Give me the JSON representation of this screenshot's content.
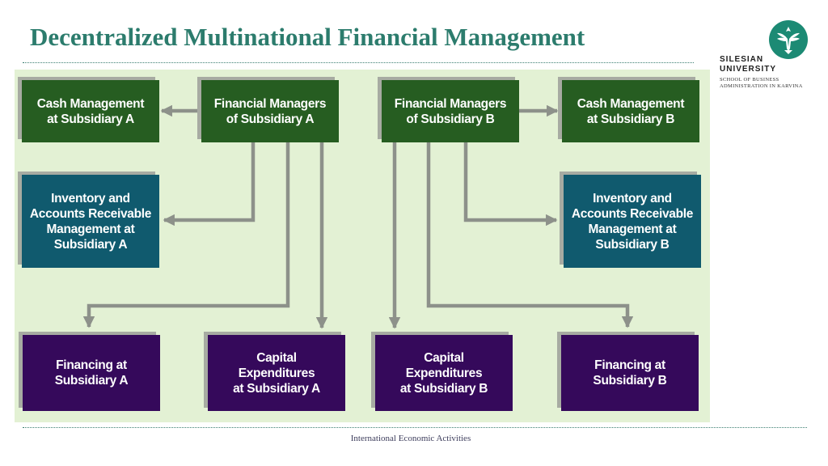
{
  "slide": {
    "title": "Decentralized Multinational Financial Management",
    "footer": "International Economic Activities"
  },
  "logo": {
    "line1": "SILESIAN",
    "line2": "UNIVERSITY",
    "school1": "SCHOOL OF BUSINESS",
    "school2": "ADMINISTRATION IN KARVINA",
    "color": "#1c8a74"
  },
  "diagram": {
    "boxes": {
      "cash_a": "Cash Management\nat Subsidiary A",
      "fm_a": "Financial Managers\nof Subsidiary A",
      "fm_b": "Financial Managers\nof Subsidiary B",
      "cash_b": "Cash Management\nat Subsidiary B",
      "inv_a": "Inventory and\nAccounts Receivable\nManagement at\nSubsidiary A",
      "inv_b": "Inventory and\nAccounts Receivable\nManagement at\nSubsidiary B",
      "fin_a": "Financing at\nSubsidiary A",
      "capex_a": "Capital\nExpenditures\nat Subsidiary A",
      "capex_b": "Capital\nExpenditures\nat Subsidiary B",
      "fin_b": "Financing at\nSubsidiary B"
    },
    "colors": {
      "management": "#265d21",
      "operations": "#105a6e",
      "financing": "#35095b",
      "background": "#e3f1d4",
      "connector": "#8d918a"
    }
  }
}
